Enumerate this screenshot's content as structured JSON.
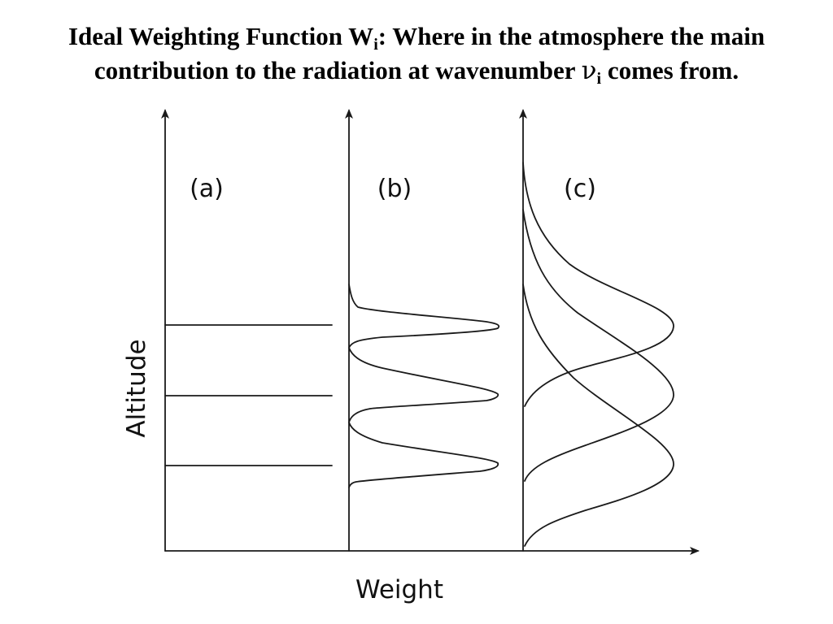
{
  "title": {
    "line1_a": "Ideal Weighting Function W",
    "line1_sub": "i",
    "line1_b": ": Where in the atmosphere the main",
    "line2_a": "contribution to the radiation at wavenumber ",
    "line2_nu": "ν",
    "line2_sub": "i",
    "line2_b": " comes from."
  },
  "figure": {
    "y_axis_label": "Altitude",
    "x_axis_label": "Weight",
    "panels": [
      {
        "label": "(a)",
        "shape": "delta functions",
        "levels": 3
      },
      {
        "label": "(b)",
        "shape": "narrow peaks",
        "levels": 3
      },
      {
        "label": "(c)",
        "shape": "broad overlapping peaks",
        "levels": 3
      }
    ],
    "line_color": "#1a1a1a"
  }
}
